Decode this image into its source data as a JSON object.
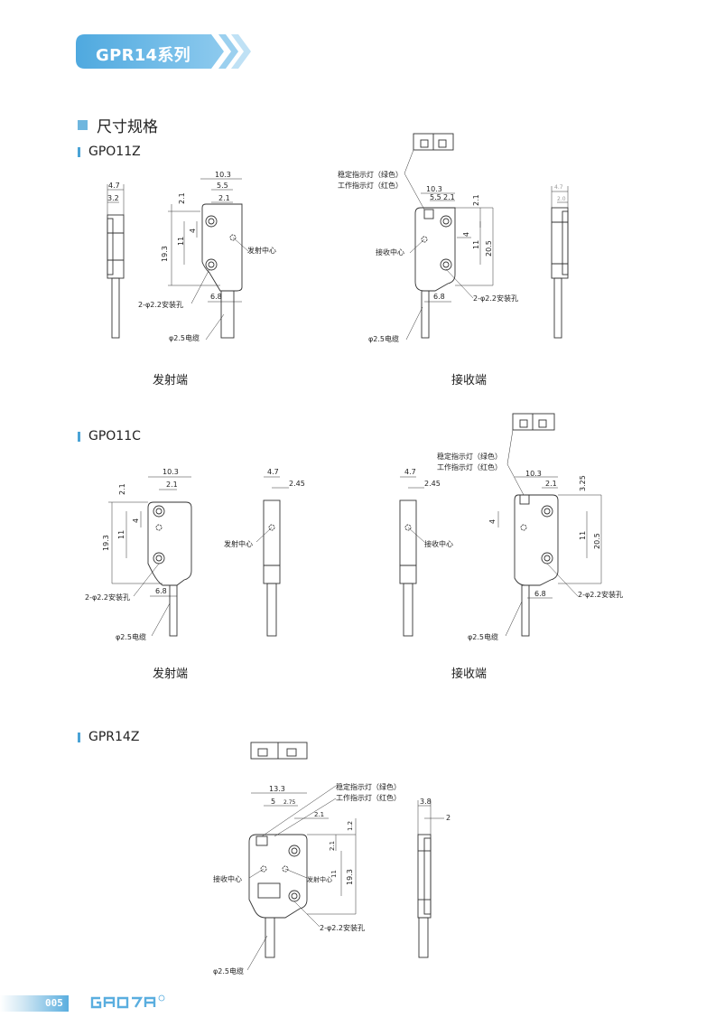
{
  "banner": {
    "title": "GPR14系列"
  },
  "section": {
    "title": "尺寸规格"
  },
  "models": [
    {
      "name": "GPO11Z"
    },
    {
      "name": "GPO11C"
    },
    {
      "name": "GPR14Z"
    }
  ],
  "captions": {
    "emitter": "发射端",
    "receiver": "接收端"
  },
  "labels": {
    "emit_center": "发射中心",
    "recv_center": "接收中心",
    "mount_hole": "2-φ2.2安装孔",
    "cable": "φ2.5电缆",
    "stable_led": "稳定指示灯（绿色）",
    "work_led": "工作指示灯（红色）"
  },
  "dims": {
    "d10_3": "10.3",
    "d5_5": "5.5",
    "d2_1": "2.1",
    "d19_3": "19.3",
    "d11": "11",
    "d4": "4",
    "d6_8": "6.8",
    "d4_7": "4.7",
    "d3_2": "3.2",
    "d20_5": "20.5",
    "d2_0": "2.0",
    "d2_45": "2.45",
    "d3_25": "3.25",
    "d13_3": "13.3",
    "d5": "5",
    "d2_75": "2.75",
    "d1_2": "1.2",
    "d3_8": "3.8",
    "d2": "2"
  },
  "footer": {
    "page": "005",
    "brand": "GAOTA"
  },
  "colors": {
    "accent": "#4aa3d6",
    "banner": "#5ab0e2"
  }
}
